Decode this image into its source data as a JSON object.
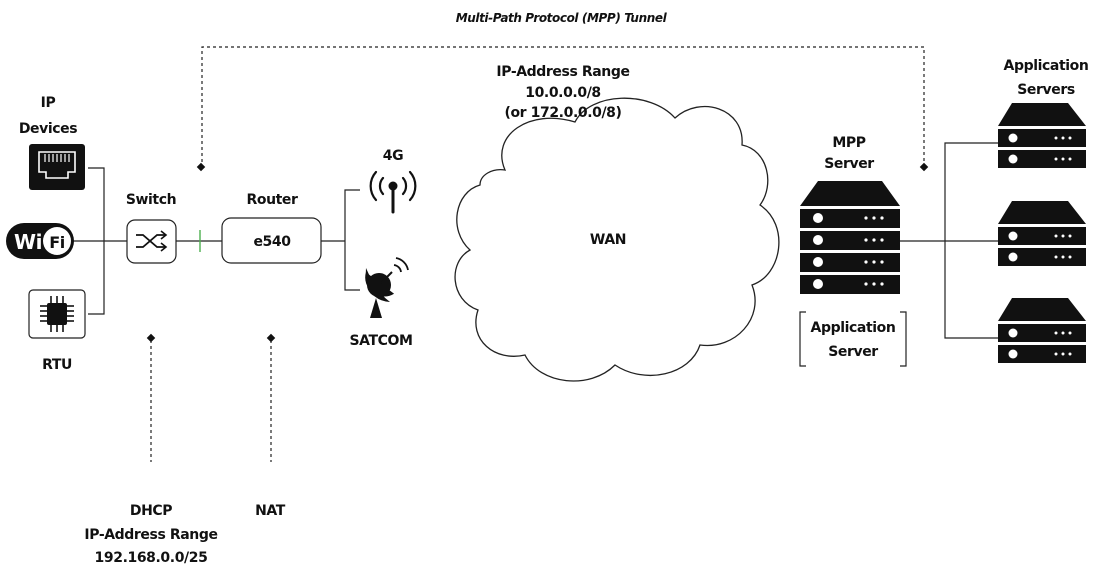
{
  "title": "Multi-Path Protocol (MPP) Tunnel",
  "labels": {
    "ip_devices_line1": "IP",
    "ip_devices_line2": "Devices",
    "rtu": "RTU",
    "switch": "Switch",
    "router": "Router",
    "router_model": "e540",
    "cell": "4G",
    "satcom": "SATCOM",
    "wan": "WAN",
    "wan_range_title": "IP-Address Range",
    "wan_range_value": "10.0.0.0/8",
    "wan_range_alt": "(or 172.0.0.0/8)",
    "mpp_server_line1": "MPP",
    "mpp_server_line2": "Server",
    "app_server_line1": "Application",
    "app_server_line2": "Server",
    "app_servers_line1": "Application",
    "app_servers_line2": "Servers",
    "dhcp": "DHCP",
    "dhcp_range_title": "IP-Address Range",
    "dhcp_range_value": "192.168.0.0/25",
    "nat": "NAT",
    "wifi_logo": "Wi Fi"
  },
  "icons": [
    "ethernet-port-icon",
    "wifi-icon",
    "chip-icon",
    "shuffle-icon",
    "antenna-icon",
    "satellite-dish-icon",
    "cloud-icon",
    "server-icon"
  ],
  "colors": {
    "ink": "#111111",
    "green_link": "#4caf50"
  }
}
